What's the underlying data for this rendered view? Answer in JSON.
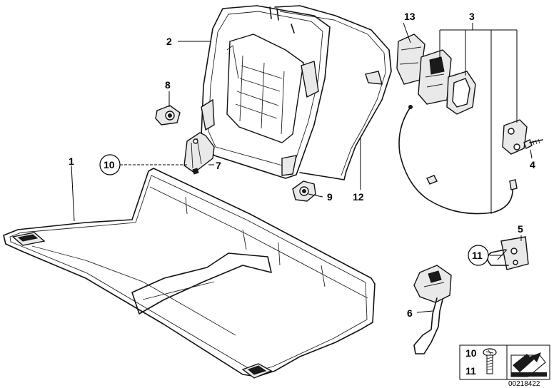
{
  "labels": {
    "l1": "1",
    "l2": "2",
    "l3": "3",
    "l4": "4",
    "l5": "5",
    "l6": "6",
    "l7": "7",
    "l8": "8",
    "l9": "9",
    "l10": "10",
    "l11": "11",
    "l12": "12",
    "l13": "13"
  },
  "legend": {
    "item_a": "10",
    "item_b": "11"
  },
  "diagram_number": "00218422"
}
